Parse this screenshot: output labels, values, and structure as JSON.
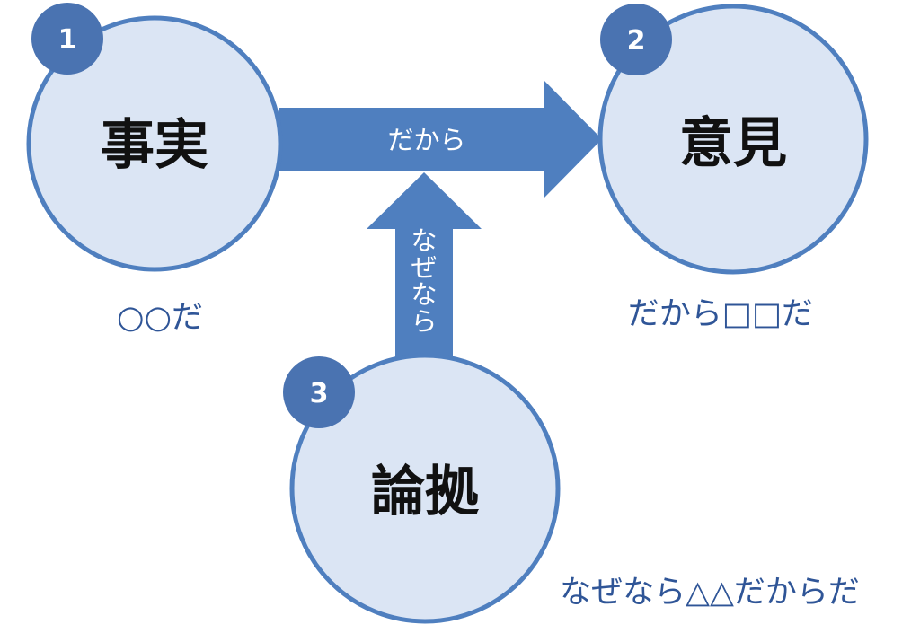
{
  "nodes": {
    "fact": {
      "number": "1",
      "title": "事実",
      "caption": "○○だ"
    },
    "opinion": {
      "number": "2",
      "title": "意見",
      "caption": "だから□□だ"
    },
    "reason": {
      "number": "3",
      "title": "論拠",
      "caption": "なぜなら△△だからだ"
    }
  },
  "arrows": {
    "horizontal": {
      "label": "だから"
    },
    "vertical": {
      "label": [
        "な",
        "ぜ",
        "な",
        "ら"
      ]
    }
  },
  "colors": {
    "circle_fill": "#dbe5f4",
    "circle_stroke": "#4f7fbf",
    "arrow": "#4f7fbf",
    "badge": "#4a73b1",
    "caption_text": "#2f5597",
    "title_text": "#111111"
  }
}
